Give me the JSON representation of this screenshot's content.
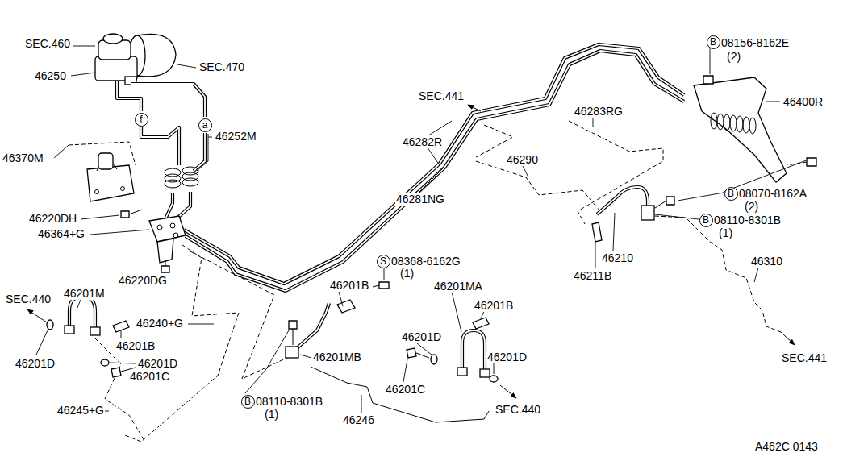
{
  "diagram": {
    "nodes": [
      {
        "text": [
          "B"
        ]
      },
      {
        "text": [
          "f"
        ]
      },
      {
        "text": [
          "a"
        ]
      },
      {
        "text": [
          "B"
        ]
      },
      {
        "text": [
          "B"
        ]
      },
      {
        "text": [
          "S"
        ]
      },
      {
        "text": [
          "B"
        ]
      }
    ],
    "labels": [
      "SEC.460",
      "46250",
      "SEC.470",
      "46252M",
      "46370M",
      "46220DH",
      "46364+G",
      "46220DG",
      "SEC.440",
      "46201M",
      "46201D",
      "46201B",
      "46240+G",
      "46201D",
      "46201C",
      "46245+G",
      "46201B",
      "46201MB",
      "08110-8301B",
      "(1)",
      "46246",
      "08368-6162G",
      "(1)",
      "46201MA",
      "46201D",
      "46201B",
      "46201C",
      "46201D",
      "SEC.440",
      "SEC.441",
      "46282R",
      "46281NG",
      "46283RG",
      "46290",
      "08156-8162E",
      "(2)",
      "46400R",
      "08070-8162A",
      "(2)",
      "08110-8301B",
      "(1)",
      "46210",
      "46211B",
      "46310",
      "SEC.441",
      "A462C 0143"
    ]
  }
}
